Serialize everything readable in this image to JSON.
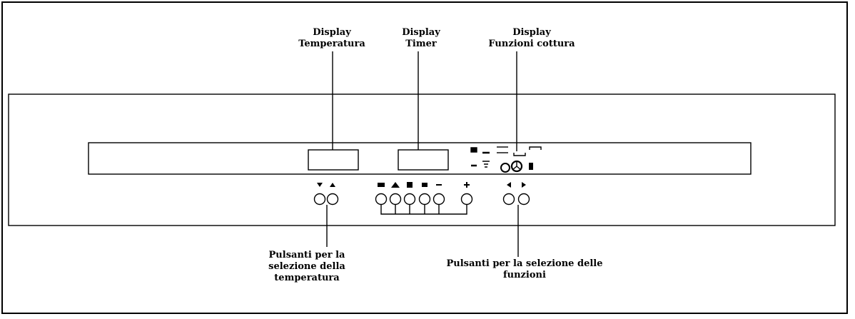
{
  "labels": {
    "display_temperature": [
      "Display",
      "Temperatura"
    ],
    "display_timer": [
      "Display",
      "Timer"
    ],
    "display_functions": [
      "Display",
      "Funzioni cottura"
    ],
    "temp_buttons": [
      "Pulsanti per la",
      "selezione della",
      "temperatura"
    ],
    "function_buttons": [
      "Pulsanti per la selezione delle",
      "funzioni"
    ]
  },
  "colors": {
    "line": "#000000",
    "background": "#ffffff"
  },
  "button_groups": {
    "temperature": [
      "arrow-down-icon",
      "arrow-up-icon"
    ],
    "cooking": [
      "rapid-heat-icon",
      "defrost-icon",
      "lock-icon",
      "oven-light-icon",
      "minus-icon",
      "plus-icon"
    ],
    "functions": [
      "arrow-left-icon",
      "arrow-right-icon"
    ]
  }
}
